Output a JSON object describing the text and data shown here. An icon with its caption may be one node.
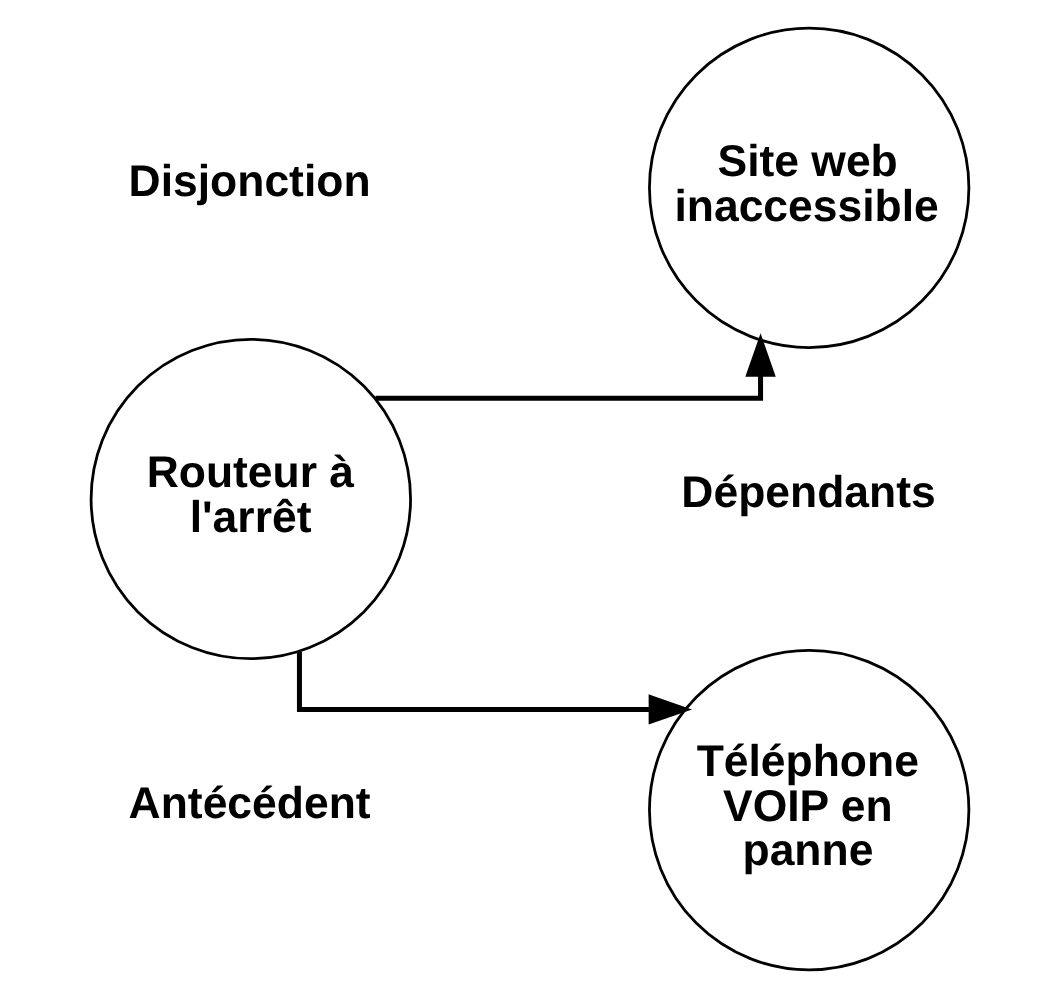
{
  "diagram": {
    "nodes": [
      {
        "text": [
          "Routeur à l'arrêt"
        ]
      },
      {
        "text": [
          "Site web inaccessible"
        ]
      },
      {
        "text": [
          "Téléphone VOIP en panne"
        ]
      }
    ],
    "edges": [
      {
        "from": 0,
        "to": 1,
        "arrow": "to"
      },
      {
        "from": 0,
        "to": 2,
        "arrow": "to"
      }
    ],
    "labels": [
      "Disjonction",
      "Dépendants",
      "Antécédent"
    ]
  }
}
